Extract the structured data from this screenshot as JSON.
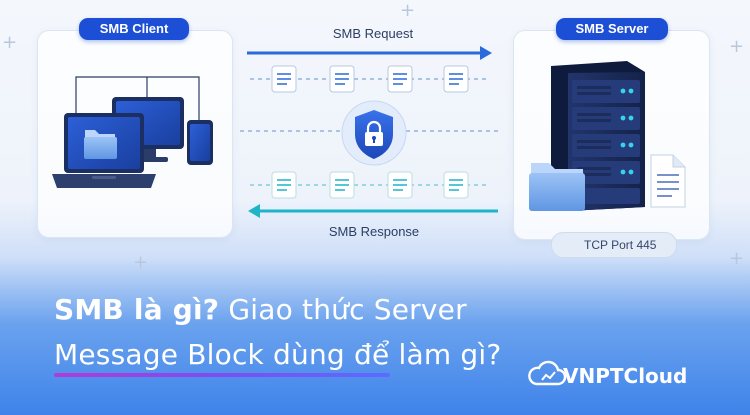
{
  "diagram": {
    "client_label": "SMB Client",
    "server_label": "SMB Server",
    "request_label": "SMB Request",
    "response_label": "SMB Response",
    "port_label": "TCP Port 445"
  },
  "headline": {
    "line1_bold": "SMB là gì?",
    "line1_rest": " Giao thức Server",
    "line2": "Message Block dùng để làm gì?"
  },
  "brand": {
    "name": "VNPTCloud"
  },
  "colors": {
    "primary_blue": "#1d4fd6",
    "teal": "#1cb6c9",
    "request_arrow": "#2a6ad9",
    "response_arrow": "#1fb4c8",
    "underline_start": "#b03bd8",
    "underline_end": "#5b6cff"
  },
  "icons": [
    "laptop-icon",
    "monitor-icon",
    "phone-icon",
    "folder-icon",
    "server-rack-icon",
    "document-icon",
    "lock-shield-icon",
    "shield-icon",
    "cloud-icon"
  ]
}
